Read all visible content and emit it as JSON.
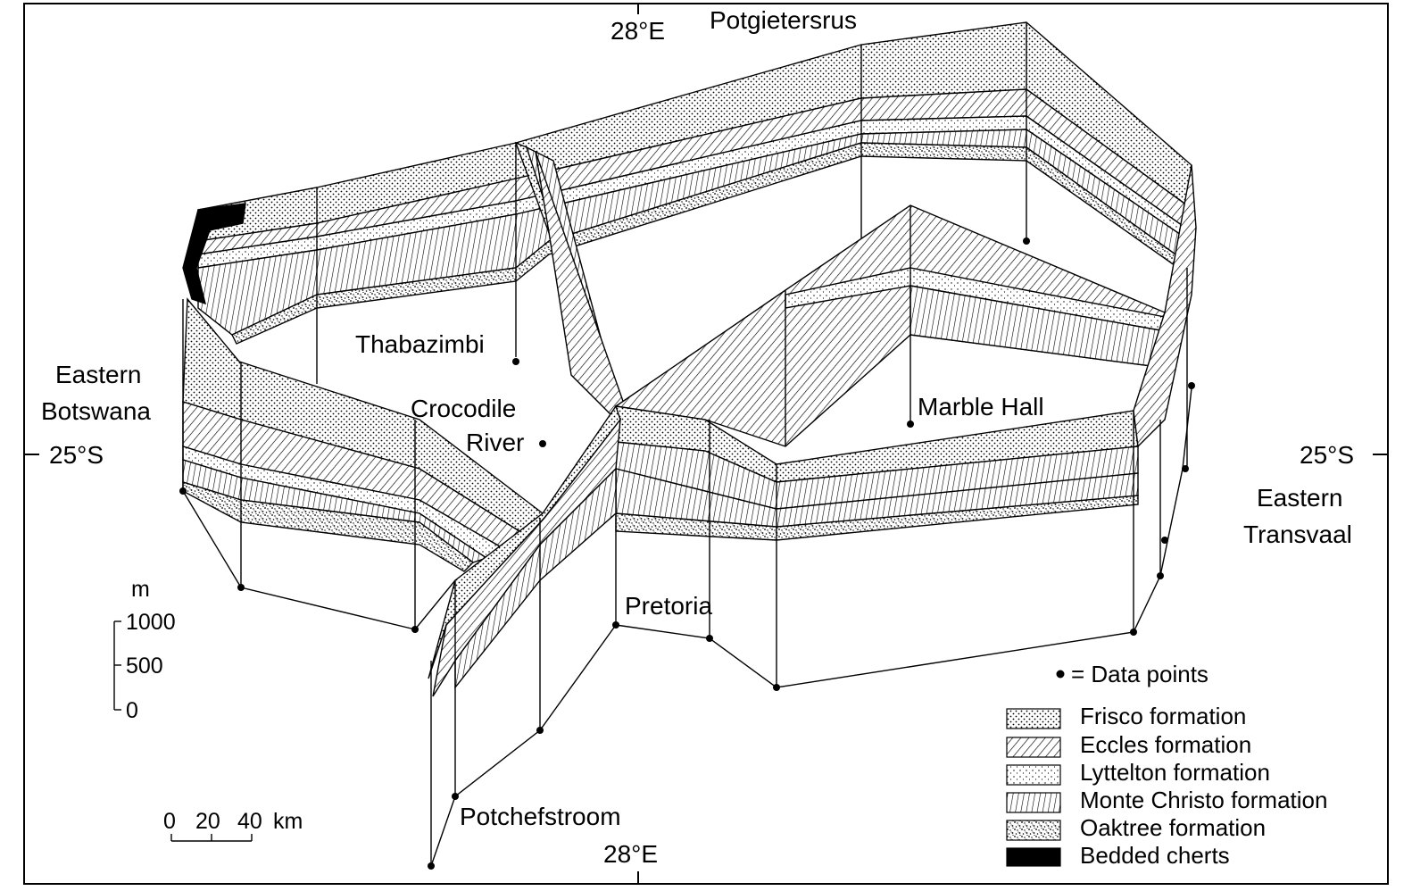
{
  "labels": {
    "top_meridian": "28°E",
    "bottom_meridian": "28°E",
    "left_latitude": "25°S",
    "right_latitude": "25°S",
    "potgietersrus": "Potgietersrus",
    "thabazimbi": "Thabazimbi",
    "crocodile": "Crocodile",
    "river": "River",
    "marble_hall": "Marble Hall",
    "pretoria": "Pretoria",
    "potchefstroom": "Potchefstroom",
    "eastern_botswana_1": "Eastern",
    "eastern_botswana_2": "Botswana",
    "eastern_transvaal_1": "Eastern",
    "eastern_transvaal_2": "Transvaal"
  },
  "scale": {
    "unit": "m",
    "ticks": [
      "1000",
      "500",
      "0"
    ],
    "km_ticks": [
      "0",
      "20",
      "40"
    ],
    "km_unit": "km"
  },
  "legend": {
    "data_points": "= Data points",
    "items": [
      {
        "label": "Frisco formation",
        "pattern": "dots"
      },
      {
        "label": "Eccles formation",
        "pattern": "diag"
      },
      {
        "label": "Lyttelton formation",
        "pattern": "fine-dots"
      },
      {
        "label": "Monte Christo formation",
        "pattern": "vert"
      },
      {
        "label": "Oaktree formation",
        "pattern": "stipple"
      },
      {
        "label": "Bedded cherts",
        "pattern": "solid"
      }
    ]
  },
  "colors": {
    "ink": "#000000",
    "paper": "#ffffff"
  }
}
